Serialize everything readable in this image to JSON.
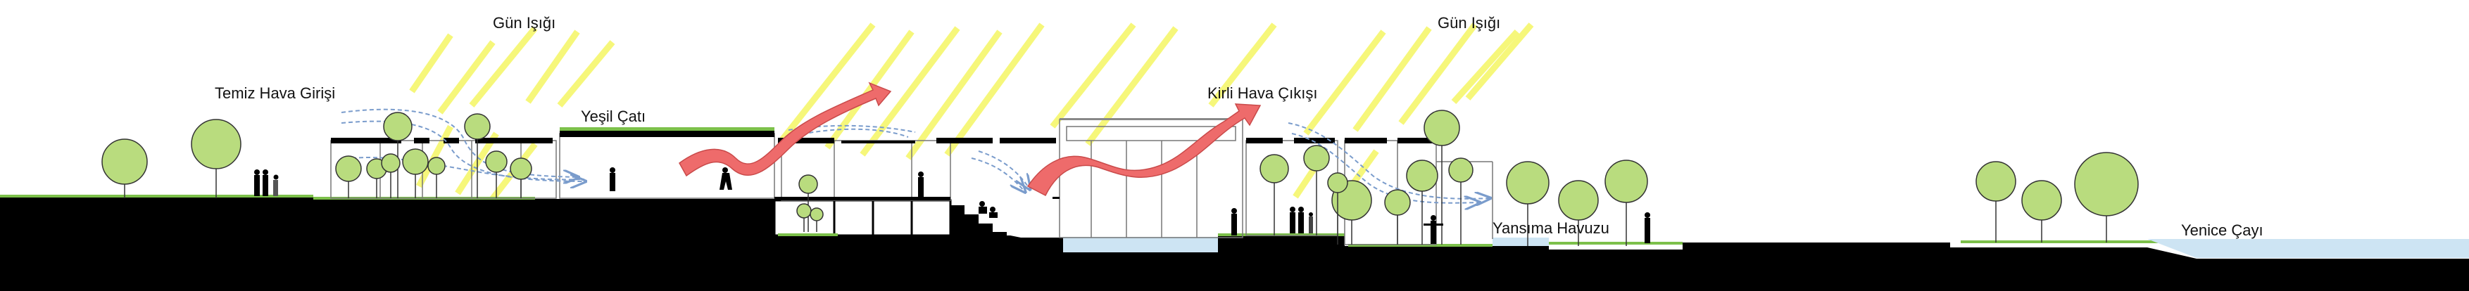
{
  "labels": {
    "sunlight_left": "Gün Işığı",
    "sunlight_right": "Gün Işığı",
    "fresh_air_inlet": "Temiz Hava Girişi",
    "green_roof": "Yeşil Çatı",
    "dirty_air_outlet": "Kirli Hava Çıkışı",
    "reflection_pool": "Yansıma Havuzu",
    "river": "Yenice Çayı"
  },
  "colors": {
    "sun_rays": "#f6f77a",
    "hot_air_arrow": "#ee6b6b",
    "hot_air_edge": "#c94a4a",
    "fresh_air_arrow": "#7a9ccc",
    "ground": "#000000",
    "vegetation": "#b9dc7e",
    "grass_line": "#7cc04a",
    "water": "#cde4f3"
  }
}
